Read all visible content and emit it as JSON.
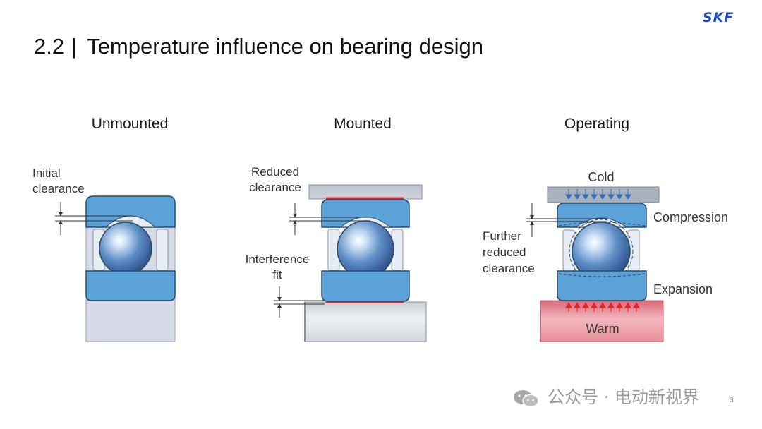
{
  "brand": {
    "logo_text": "SKF",
    "color": "#1f4fbf"
  },
  "slide": {
    "number": "2.2",
    "separator": "|",
    "title": "Temperature influence on bearing design"
  },
  "panels": {
    "unmounted": {
      "title": "Unmounted",
      "label_clearance_line1": "Initial",
      "label_clearance_line2": "clearance"
    },
    "mounted": {
      "title": "Mounted",
      "label_reduced_line1": "Reduced",
      "label_reduced_line2": "clearance",
      "label_fit_line1": "Interference",
      "label_fit_line2": "fit"
    },
    "operating": {
      "title": "Operating",
      "label_cold": "Cold",
      "label_compression": "Compression",
      "label_further_line1": "Further",
      "label_further_line2": "reduced",
      "label_further_line3": "clearance",
      "label_expansion": "Expansion",
      "label_warm": "Warm"
    }
  },
  "colors": {
    "ring_blue": "#5aa2d8",
    "ring_stroke": "#2a4a6a",
    "housing_grey": "#c9ccd4",
    "shaft_light": "#d8dde3",
    "contact_red": "#e0252b",
    "warm_pink": "#e98d97",
    "cold_arrow": "#2f6fc2"
  },
  "watermark": {
    "text": "公众号 · 电动新视界",
    "icon": "wechat-icon"
  },
  "page_number": "3"
}
